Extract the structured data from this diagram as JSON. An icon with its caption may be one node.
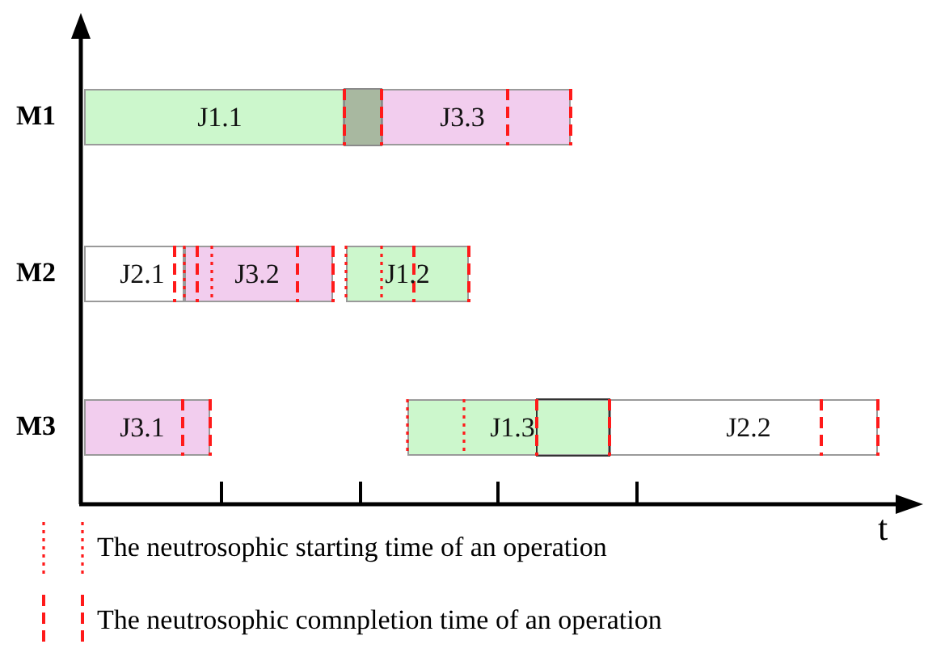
{
  "diagram": {
    "nodes": [
      {
        "text": [
          "J1.1"
        ]
      },
      {
        "text": [
          "J3.3"
        ]
      },
      {
        "text": [
          "J2.1"
        ]
      },
      {
        "text": [
          "J3.2"
        ]
      },
      {
        "text": [
          "J1.2"
        ]
      },
      {
        "text": [
          "J3.1"
        ]
      },
      {
        "text": [
          "J1.3"
        ]
      },
      {
        "text": [
          "J2.2"
        ]
      }
    ],
    "edges": [],
    "labels": [
      "M1",
      "M2",
      "M3",
      "t"
    ],
    "legend": [
      {
        "text": "The neutrosophic starting time of an operation"
      },
      {
        "text": "The neutrosophic comnpletion time of an operation"
      }
    ]
  }
}
